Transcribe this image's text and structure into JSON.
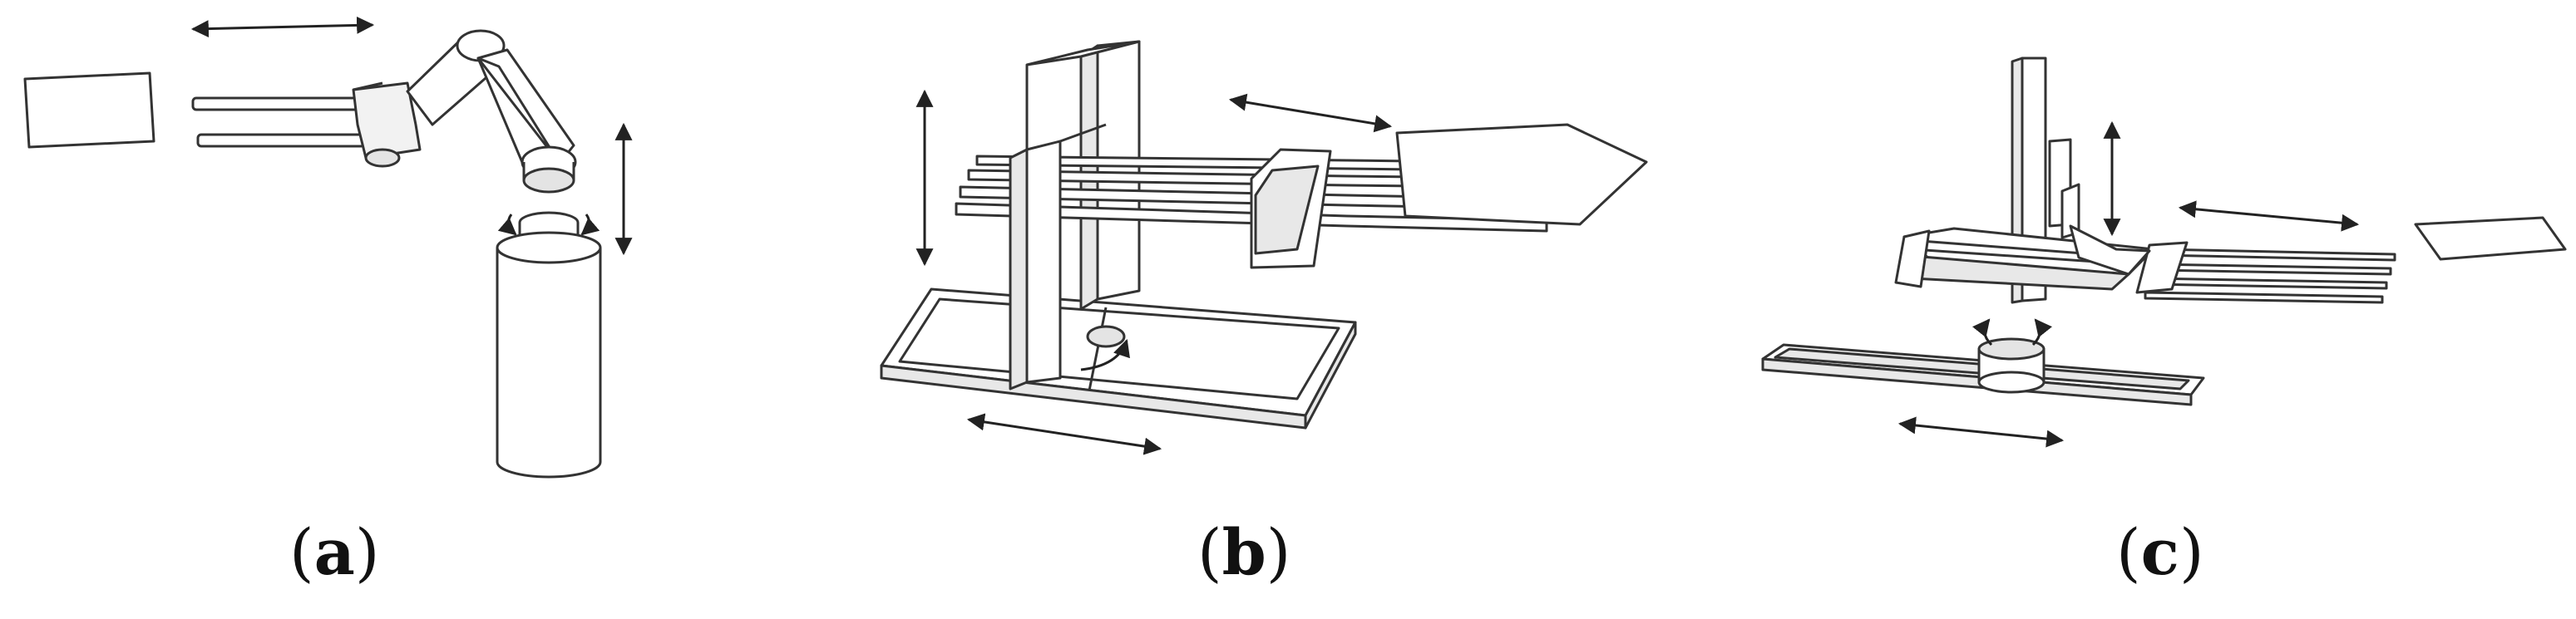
{
  "panels": [
    {
      "label": "a"
    },
    {
      "label": "b"
    },
    {
      "label": "c"
    }
  ],
  "colors": {
    "stroke": "#333333",
    "fill": "#ffffff",
    "shade": "#e4e4e4",
    "text": "#111111"
  }
}
